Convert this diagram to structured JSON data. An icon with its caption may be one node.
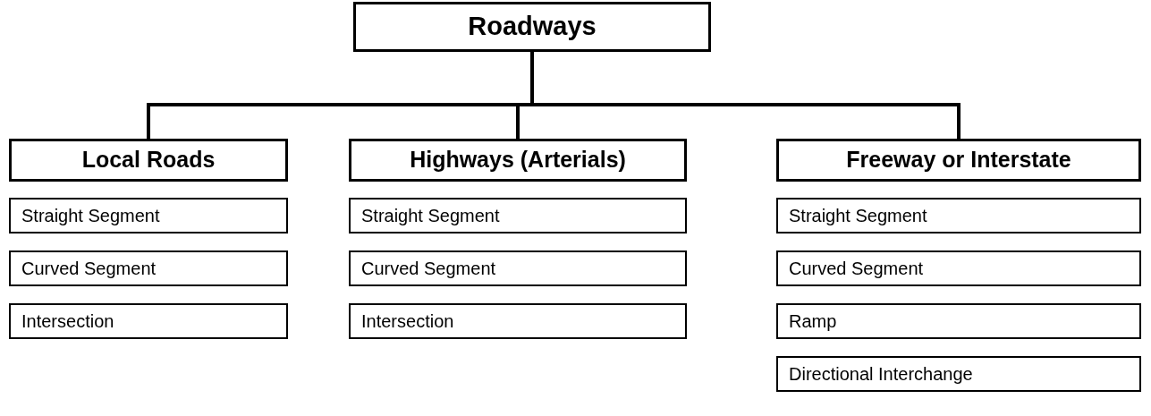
{
  "diagram": {
    "nodes": [
      {
        "text": [
          "Roadways"
        ]
      },
      {
        "text": [
          "Local Roads"
        ]
      },
      {
        "text": [
          "Highways (Arterials)"
        ]
      },
      {
        "text": [
          "Freeway or Interstate"
        ]
      },
      {
        "text": [
          "Straight Segment"
        ]
      },
      {
        "text": [
          "Curved Segment"
        ]
      },
      {
        "text": [
          "Intersection"
        ]
      },
      {
        "text": [
          "Straight Segment"
        ]
      },
      {
        "text": [
          "Curved Segment"
        ]
      },
      {
        "text": [
          "Intersection"
        ]
      },
      {
        "text": [
          "Straight Segment"
        ]
      },
      {
        "text": [
          "Curved Segment"
        ]
      },
      {
        "text": [
          "Ramp"
        ]
      },
      {
        "text": [
          "Directional Interchange"
        ]
      }
    ],
    "edges": [
      {
        "from": 0,
        "to": 1,
        "arrow": "none"
      },
      {
        "from": 0,
        "to": 2,
        "arrow": "none"
      },
      {
        "from": 0,
        "to": 3,
        "arrow": "none"
      }
    ]
  }
}
